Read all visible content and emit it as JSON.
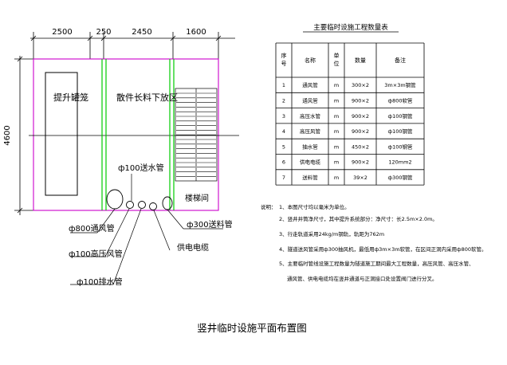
{
  "colors": {
    "site_boundary": "#cc00cc",
    "axis_line": "#000000",
    "green_lines": "#00cc00",
    "dimension": "#000000",
    "table": "#000000"
  },
  "dimensions": {
    "top": [
      "2500",
      "250",
      "2450",
      "1600"
    ],
    "left": "4600"
  },
  "labels": {
    "cage": "提升罐笼",
    "material_area": "散件长料下放区",
    "stairwell": "楼梯间",
    "pipe_feed_water": "ф100送水管",
    "pipe_ventilation": "ф800通风管",
    "pipe_pressure_air": "ф100高压风管",
    "pipe_drain": "ф100排水管",
    "pipe_feed_material": "ф300送料管",
    "power_cable": "供电电缆"
  },
  "table": {
    "title": "主要临时设施工程数量表",
    "headers": [
      "序号",
      "名称",
      "单位",
      "数量",
      "备注"
    ],
    "rows": [
      [
        "1",
        "通风管",
        "m",
        "300×2",
        "3m×3m钢管"
      ],
      [
        "2",
        "通风管",
        "m",
        "900×2",
        "ф800软管"
      ],
      [
        "3",
        "高压水管",
        "m",
        "900×2",
        "ф100钢管"
      ],
      [
        "4",
        "高压风管",
        "m",
        "900×2",
        "ф100钢管"
      ],
      [
        "5",
        "抽水管",
        "m",
        "450×2",
        "ф100钢管"
      ],
      [
        "6",
        "供电电缆",
        "m",
        "900×2",
        "120mm2"
      ],
      [
        "7",
        "送料管",
        "m",
        "39×2",
        "ф300钢管"
      ]
    ]
  },
  "notes": {
    "heading": "说明：",
    "items": [
      "1、本图尺寸均以毫米为单位。",
      "2、竖井井筒净尺寸，其中提升系统部分：净尺寸：长2.5m×2.0m。",
      "3、行走轨道采用24kg/m钢轨，轨距为762m",
      "4、隧道送风管采用ф300抽风机，最低用ф3m×3m软管，在区间正洞内采用ф800软管。",
      "5、主要临时管线设施工程数量为隧道施工期间最大工程数量，高压风管、高压水管、",
      "通风管、供电电缆均在竖井通道与正洞接口处设置阀门进行分叉。"
    ]
  },
  "caption": "竖井临时设施平面布置图"
}
